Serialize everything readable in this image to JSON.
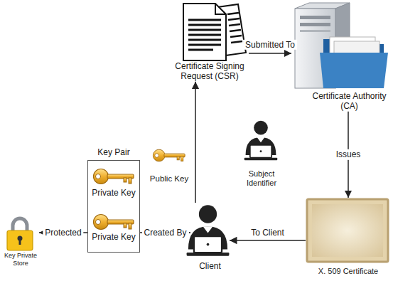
{
  "diagram": {
    "nodes": [
      {
        "text": [
          "Certificate Signing Request (CSR)"
        ]
      },
      {
        "text": [
          "Certificate Authority (CA)"
        ]
      },
      {
        "text": [
          "Key Pair"
        ]
      },
      {
        "text": [
          "Private Key"
        ],
        "in": 2
      },
      {
        "text": [
          "Private Key"
        ],
        "in": 2
      },
      {
        "text": [
          "Public Key"
        ]
      },
      {
        "text": [
          "Subject Identifier"
        ]
      },
      {
        "text": [
          "Key Private Store"
        ]
      },
      {
        "text": [
          "Client"
        ]
      },
      {
        "text": [
          "X. 509 Certificate"
        ]
      }
    ],
    "edges": [
      {
        "from": 2,
        "to": 7,
        "label": "Protected",
        "arrow": "to"
      },
      {
        "from": 2,
        "to": 8,
        "label": "Created By",
        "arrow": "to"
      },
      {
        "from": 8,
        "to": 0,
        "arrow": "to"
      },
      {
        "from": 0,
        "to": 1,
        "label": "Submitted To",
        "arrow": "to"
      },
      {
        "from": 1,
        "to": 9,
        "label": "Issues",
        "arrow": "to"
      },
      {
        "from": 9,
        "to": 8,
        "label": "To Client",
        "arrow": "to"
      }
    ]
  }
}
